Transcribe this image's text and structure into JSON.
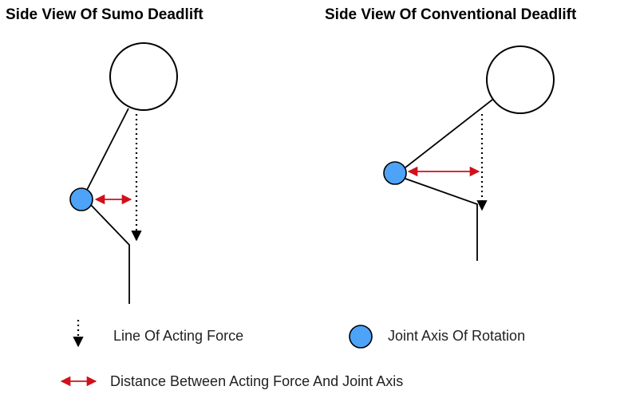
{
  "titles": {
    "sumo": "Side View Of Sumo Deadlift",
    "conventional": "Side View Of Conventional Deadlift"
  },
  "legend": {
    "force_label": "Line Of Acting Force",
    "joint_label": "Joint Axis Of Rotation",
    "distance_label": "Distance Between Acting Force And Joint Axis"
  },
  "colors": {
    "joint_fill": "#4da3f7",
    "distance_arrow": "#d0101a",
    "lines": "#000000"
  }
}
